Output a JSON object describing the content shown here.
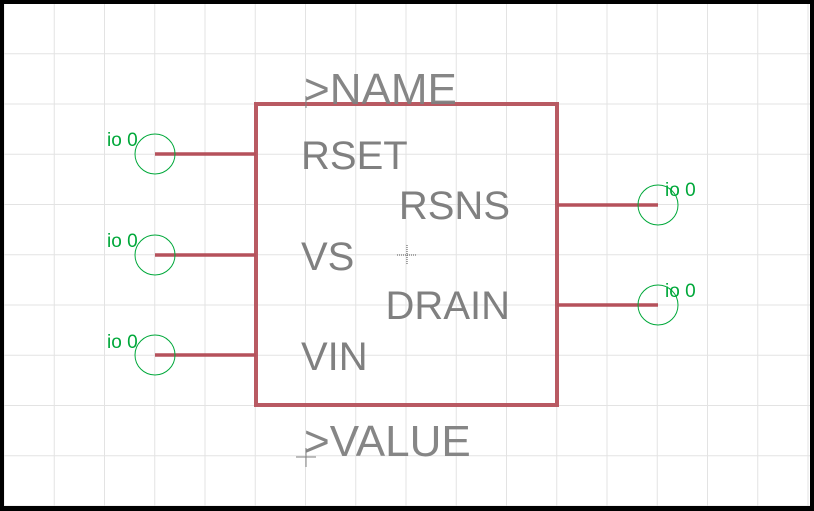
{
  "app": "Schematic symbol editor",
  "colors": {
    "background": "#ffffff",
    "frame": "#000000",
    "grid": "#e3e3e3",
    "body": "#b5515b",
    "text": "#808080",
    "pin_marker": "#00a83a"
  },
  "symbol": {
    "name_placeholder": ">NAME",
    "value_placeholder": ">VALUE",
    "origin_marker": "crosshair-icon"
  },
  "pins": [
    {
      "name": "RSET",
      "side": "left",
      "io_label": "io 0"
    },
    {
      "name": "VS",
      "side": "left",
      "io_label": "io 0"
    },
    {
      "name": "VIN",
      "side": "left",
      "io_label": "io 0"
    },
    {
      "name": "RSNS",
      "side": "right",
      "io_label": "io 0"
    },
    {
      "name": "DRAIN",
      "side": "right",
      "io_label": "io 0"
    }
  ]
}
